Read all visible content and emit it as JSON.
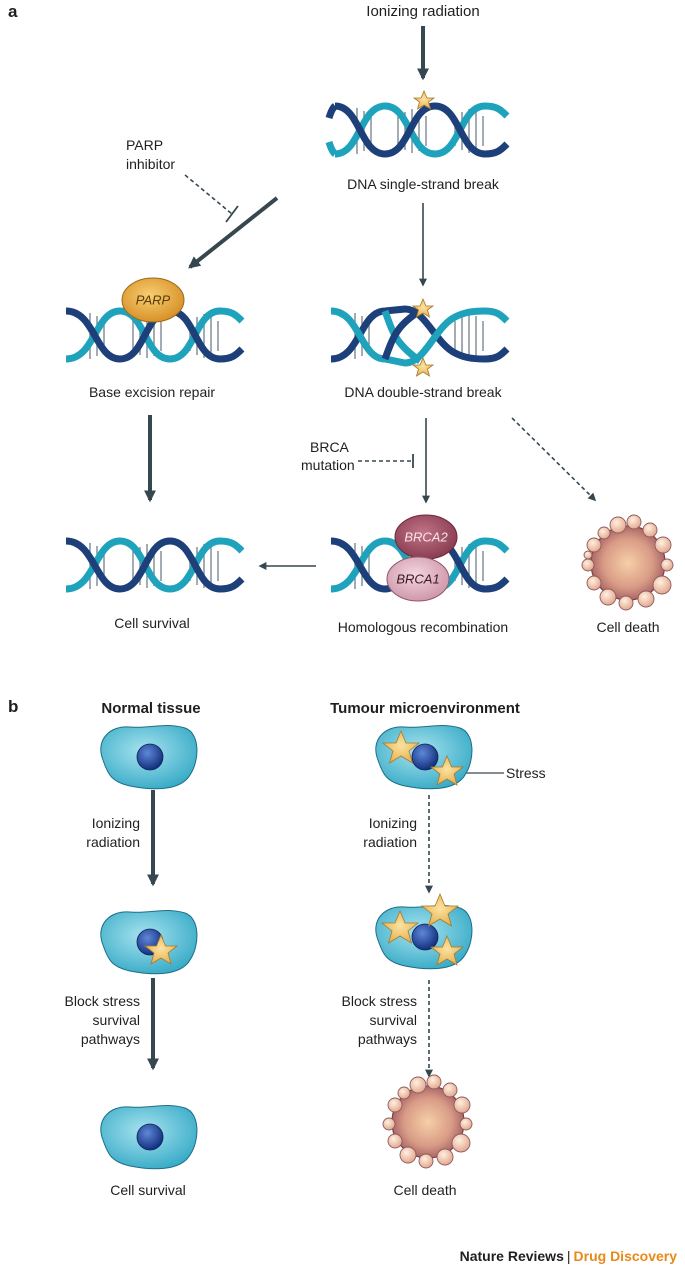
{
  "panels": {
    "a": "a",
    "b": "b"
  },
  "panel_a": {
    "ionizing_radiation": "Ionizing radiation",
    "ssb": "DNA single-strand break",
    "parp_inhibitor": [
      "PARP",
      "inhibitor"
    ],
    "parp": "PARP",
    "ber": "Base excision repair",
    "dsb": "DNA double-strand break",
    "brca_mutation": [
      "BRCA",
      "mutation"
    ],
    "brca2": "BRCA2",
    "brca1": "BRCA1",
    "cell_survival": "Cell survival",
    "hr": "Homologous recombination",
    "cell_death": "Cell death"
  },
  "panel_b": {
    "normal_tissue": "Normal tissue",
    "tumour_microenvironment": "Tumour microenvironment",
    "stress": "Stress",
    "ionizing_radiation_left": [
      "Ionizing",
      "radiation"
    ],
    "ionizing_radiation_right": [
      "Ionizing",
      "radiation"
    ],
    "block_left": [
      "Block stress",
      "survival",
      "pathways"
    ],
    "block_right": [
      "Block stress",
      "survival",
      "pathways"
    ],
    "cell_survival": "Cell survival",
    "cell_death": "Cell death"
  },
  "credit": {
    "journal": "Nature Reviews",
    "separator": "|",
    "section": "Drug Discovery"
  },
  "colors": {
    "strand_dark": "#1d3f7a",
    "strand_light": "#1fa3bd",
    "arrow": "#37474f",
    "parp": "#e5a433",
    "brca2": "#9b4a5e",
    "brca1": "#d9a9b8",
    "star": "#f2c66d",
    "cell": "#5fc2d9",
    "nucleus": "#1f3f99",
    "dead_cell": "#c07a7a",
    "credit_accent": "#e88a1a"
  }
}
